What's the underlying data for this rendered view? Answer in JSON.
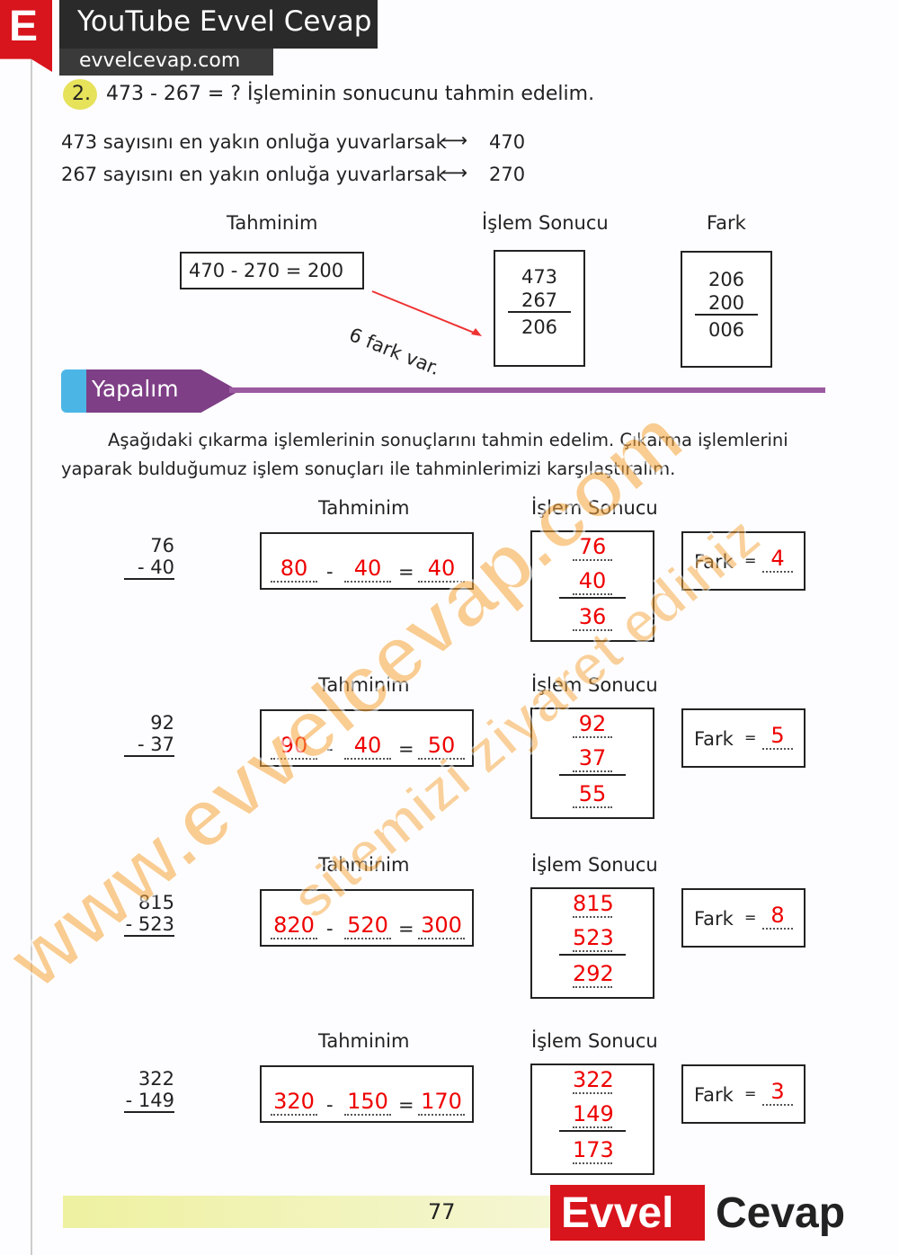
{
  "brand": {
    "letter": "E",
    "youtube": "YouTube Evvel Cevap",
    "site": "evvelcevap.com"
  },
  "question": {
    "number": "2.",
    "text": "473 - 267 = ? İşleminin sonucunu tahmin edelim."
  },
  "rounding": [
    {
      "text": "473 sayısını en yakın onluğa yuvarlarsak",
      "result": "470"
    },
    {
      "text": "267 sayısını en yakın onluğa yuvarlarsak",
      "result": "270"
    }
  ],
  "example": {
    "estimate_label": "Tahminim",
    "estimate": "470 - 270 = 200",
    "result_label": "İşlem Sonucu",
    "a": "473",
    "b": "267",
    "minus": "-",
    "res": "206",
    "diff_label": "Fark",
    "da": "206",
    "db": "200",
    "dres": "006",
    "note": "6 fark var."
  },
  "section": {
    "title": "Yapalım",
    "instructions": "Aşağıdaki çıkarma işlemlerinin sonuçlarını tahmin edelim. Çıkarma işlemlerini yaparak bulduğumuz işlem sonuçları ile tahminlerimizi karşılaştıralım."
  },
  "labels": {
    "estimate": "Tahminim",
    "result": "İşlem Sonucu",
    "fark": "Fark",
    "eq": "=",
    "minus": "-"
  },
  "rows": [
    {
      "a": "76",
      "b": "40",
      "ea": "80",
      "eb": "40",
      "er": "40",
      "ra": "76",
      "rb": "40",
      "rr": "36",
      "fark": "4"
    },
    {
      "a": "92",
      "b": "37",
      "ea": "90",
      "eb": "40",
      "er": "50",
      "ra": "92",
      "rb": "37",
      "rr": "55",
      "fark": "5"
    },
    {
      "a": "815",
      "b": "523",
      "ea": "820",
      "eb": "520",
      "er": "300",
      "ra": "815",
      "rb": "523",
      "rr": "292",
      "fark": "8"
    },
    {
      "a": "322",
      "b": "149",
      "ea": "320",
      "eb": "150",
      "er": "170",
      "ra": "322",
      "rb": "149",
      "rr": "173",
      "fark": "3"
    }
  ],
  "watermark": {
    "main": "www.evvelcevap.com",
    "sub": "sitemizi ziyaret ediniz"
  },
  "footer": {
    "page_number": "77",
    "logo_a": "Evvel",
    "logo_b": "Cevap"
  }
}
